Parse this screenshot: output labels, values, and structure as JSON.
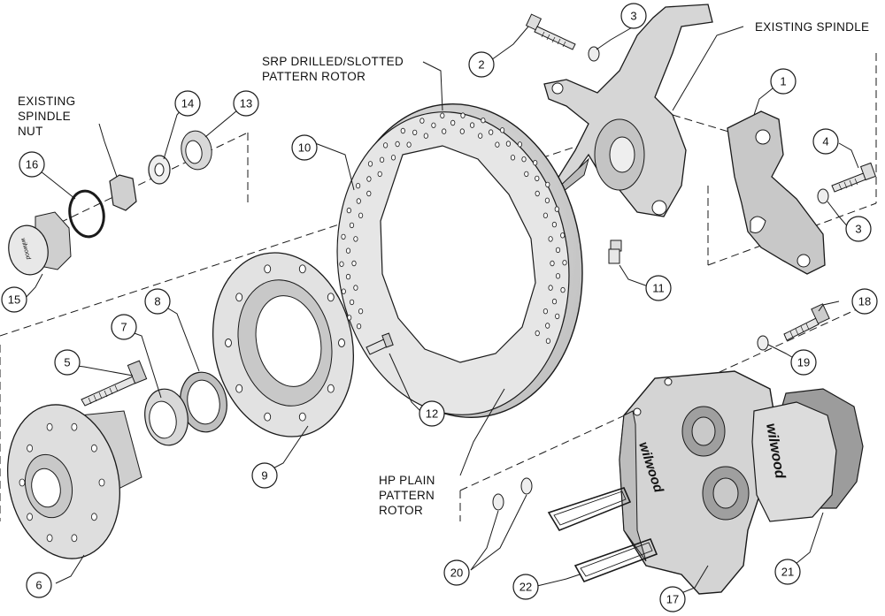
{
  "callouts": [
    {
      "id": 1,
      "label": "1"
    },
    {
      "id": 2,
      "label": "2"
    },
    {
      "id": 3,
      "label": "3"
    },
    {
      "id": 4,
      "label": "4"
    },
    {
      "id": 5,
      "label": "5"
    },
    {
      "id": 6,
      "label": "6"
    },
    {
      "id": 7,
      "label": "7"
    },
    {
      "id": 8,
      "label": "8"
    },
    {
      "id": 9,
      "label": "9"
    },
    {
      "id": 10,
      "label": "10"
    },
    {
      "id": 11,
      "label": "11"
    },
    {
      "id": 12,
      "label": "12"
    },
    {
      "id": 13,
      "label": "13"
    },
    {
      "id": 14,
      "label": "14"
    },
    {
      "id": 15,
      "label": "15"
    },
    {
      "id": 16,
      "label": "16"
    },
    {
      "id": 17,
      "label": "17"
    },
    {
      "id": 18,
      "label": "18"
    },
    {
      "id": 19,
      "label": "19"
    },
    {
      "id": 20,
      "label": "20"
    },
    {
      "id": 21,
      "label": "21"
    },
    {
      "id": 22,
      "label": "22"
    }
  ],
  "captions": {
    "existing_spindle": "EXISTING SPINDLE",
    "spindle_nut": [
      "EXISTING",
      "SPINDLE",
      "NUT"
    ],
    "srp_rotor": [
      "SRP DRILLED/SLOTTED",
      "PATTERN ROTOR"
    ],
    "hp_rotor": [
      "HP PLAIN",
      "PATTERN",
      "ROTOR"
    ]
  },
  "brand": {
    "caliper_logo": "wilwood",
    "pad_logo": "wilwood",
    "cap_logo": "wilwood"
  },
  "colors": {
    "line": "#1a1a1a",
    "part_fill": "#d9d9d9",
    "part_light": "#eeeeee",
    "part_dark": "#9a9a9a",
    "background": "#ffffff"
  }
}
